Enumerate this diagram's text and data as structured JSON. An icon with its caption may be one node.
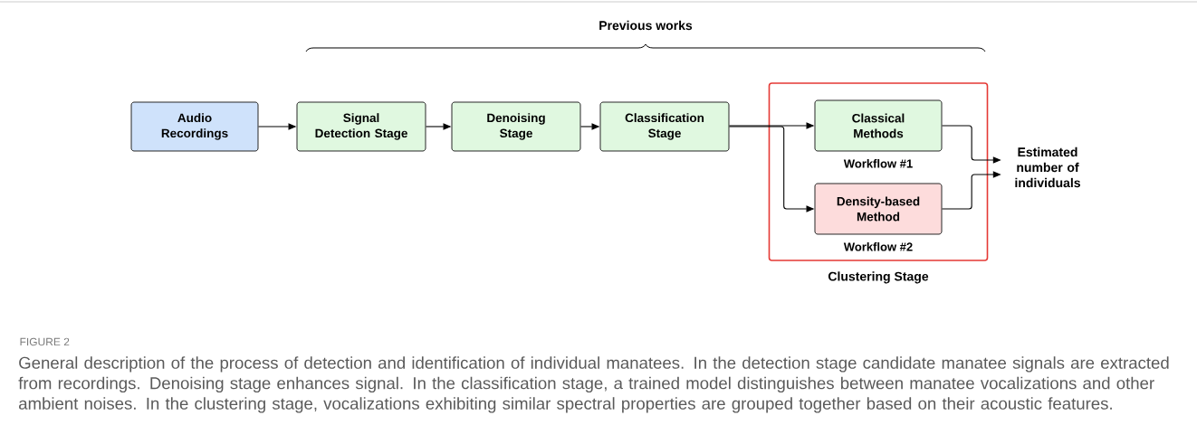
{
  "diagram": {
    "caption": "General description of the process of detection and identification of individual manatees. In the detection stage candidate manatee signals are extracted from recordings. Denoising stage enhances signal. In the classification stage, a trained model distinguishes between manatee vocalizations and other ambient noises. In the clustering stage, vocalizations exhibiting similar spectral properties are grouped together based on their acoustic features.",
    "nodes": [
      {
        "text": [
          "Audio Recordings"
        ]
      },
      {
        "text": [
          "Signal Detection Stage"
        ]
      },
      {
        "text": [
          "Denoising Stage"
        ]
      },
      {
        "text": [
          "Classification Stage"
        ]
      },
      {
        "text": [
          "Clustering Stage"
        ]
      },
      {
        "text": [
          "Classical Methods"
        ],
        "in": 4,
        "beside": [
          "Workflow #1"
        ]
      },
      {
        "text": [
          "Density-based Method"
        ],
        "in": 4,
        "beside": [
          "Workflow #2"
        ]
      },
      {
        "text": [
          "Estimated number of individuals"
        ]
      }
    ],
    "edges": [
      {
        "from": 0,
        "to": 1,
        "arrow": "to"
      },
      {
        "from": 1,
        "to": 2,
        "arrow": "to"
      },
      {
        "from": 2,
        "to": 3,
        "arrow": "to"
      },
      {
        "from": 3,
        "to": 5,
        "arrow": "to"
      },
      {
        "from": 3,
        "to": 6,
        "arrow": "to"
      },
      {
        "from": 5,
        "to": 7,
        "arrow": "to"
      },
      {
        "from": 6,
        "to": 7,
        "arrow": "to"
      }
    ],
    "labels": [
      "Previous works",
      "FIGURE 2"
    ]
  }
}
